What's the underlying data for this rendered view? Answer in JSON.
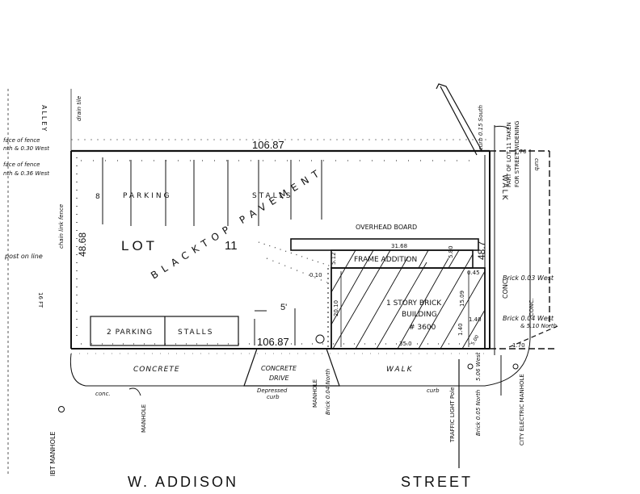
{
  "survey": {
    "street_label": "W.   ADDISON",
    "street_suffix": "STREET",
    "alley_label": "ALLEY",
    "lot_label": "LOT",
    "lot_number": "11",
    "pavement_label": "BLACKTOP    PAVEMENT",
    "parking_upper_count": "8",
    "parking_upper_word": "PARKING",
    "parking_upper_stalls": "STALLS",
    "parking_lower_count": "2",
    "parking_lower_word": "PARKING",
    "parking_lower_stalls": "STALLS",
    "width_top": "106.87",
    "width_bottom": "106.87",
    "depth_left": "48.68",
    "depth_right": "48.7",
    "overhead_board": "OVERHEAD  BOARD",
    "frame_addition": "FRAME ADDITION",
    "frame_width": "31.68",
    "frame_left_dim": "5.12",
    "frame_right_dim": "5.80",
    "building_line1": "1 STORY  BRICK",
    "building_line2": "BUILDING",
    "building_number": "# 3600",
    "building_width": "35.0",
    "building_depth_left": "20.10",
    "building_depth_right": "15.09",
    "dim_010": "0.10",
    "dim_045": "0.45",
    "dim_140a": "1.40",
    "dim_140b": "1.40",
    "dim_500": "5.00",
    "dim_170": "1.70",
    "dim_170b": "1.70",
    "concrete_walk_left": "CONCRETE",
    "concrete_drive1": "CONCRETE",
    "concrete_drive2": "DRIVE",
    "walk_bottom": "WALK",
    "walk_right": "WALK",
    "conc_right": "CONC.",
    "conc_corner": "CONC.",
    "conc_bottom_left": "conc.",
    "manhole_left": "MANHOLE",
    "manhole_mid": "MANHOLE",
    "ibt_manhole": "IBT MANHOLE",
    "city_manhole": "CITY ELECTRIC MANHOLE",
    "traffic_light": "TRAFFIC LIGHT Pole",
    "depressed_curb1": "Depressed",
    "depressed_curb2": "curb",
    "curb_bottom": "curb",
    "curb_top": "curb 0.15 South",
    "drain_tile": "drain tile",
    "fence_1": "face of fence",
    "fence_1b": "nth & 0.30 West",
    "fence_2": "face of fence",
    "fence_2b": "nth & 0.36 West",
    "chain_link": "chain link fence",
    "post_on_line": "post on line",
    "sixteen_ft": "16 FT",
    "brick_north": "Brick 0.04 North",
    "brick_west": "Brick  0.03 West",
    "brick_conc": "Brick  0.04 West",
    "brick_conc2": "& 5.10 North",
    "brick_bottom": "Brick 0.05 North",
    "conc_pole": "5.06 West",
    "part_of_lot_1": "PART OF LOT 11 TAKEN",
    "part_of_lot_2": "FOR STREET WIDENING",
    "curb_right": "curb",
    "five_ft": "5'"
  }
}
